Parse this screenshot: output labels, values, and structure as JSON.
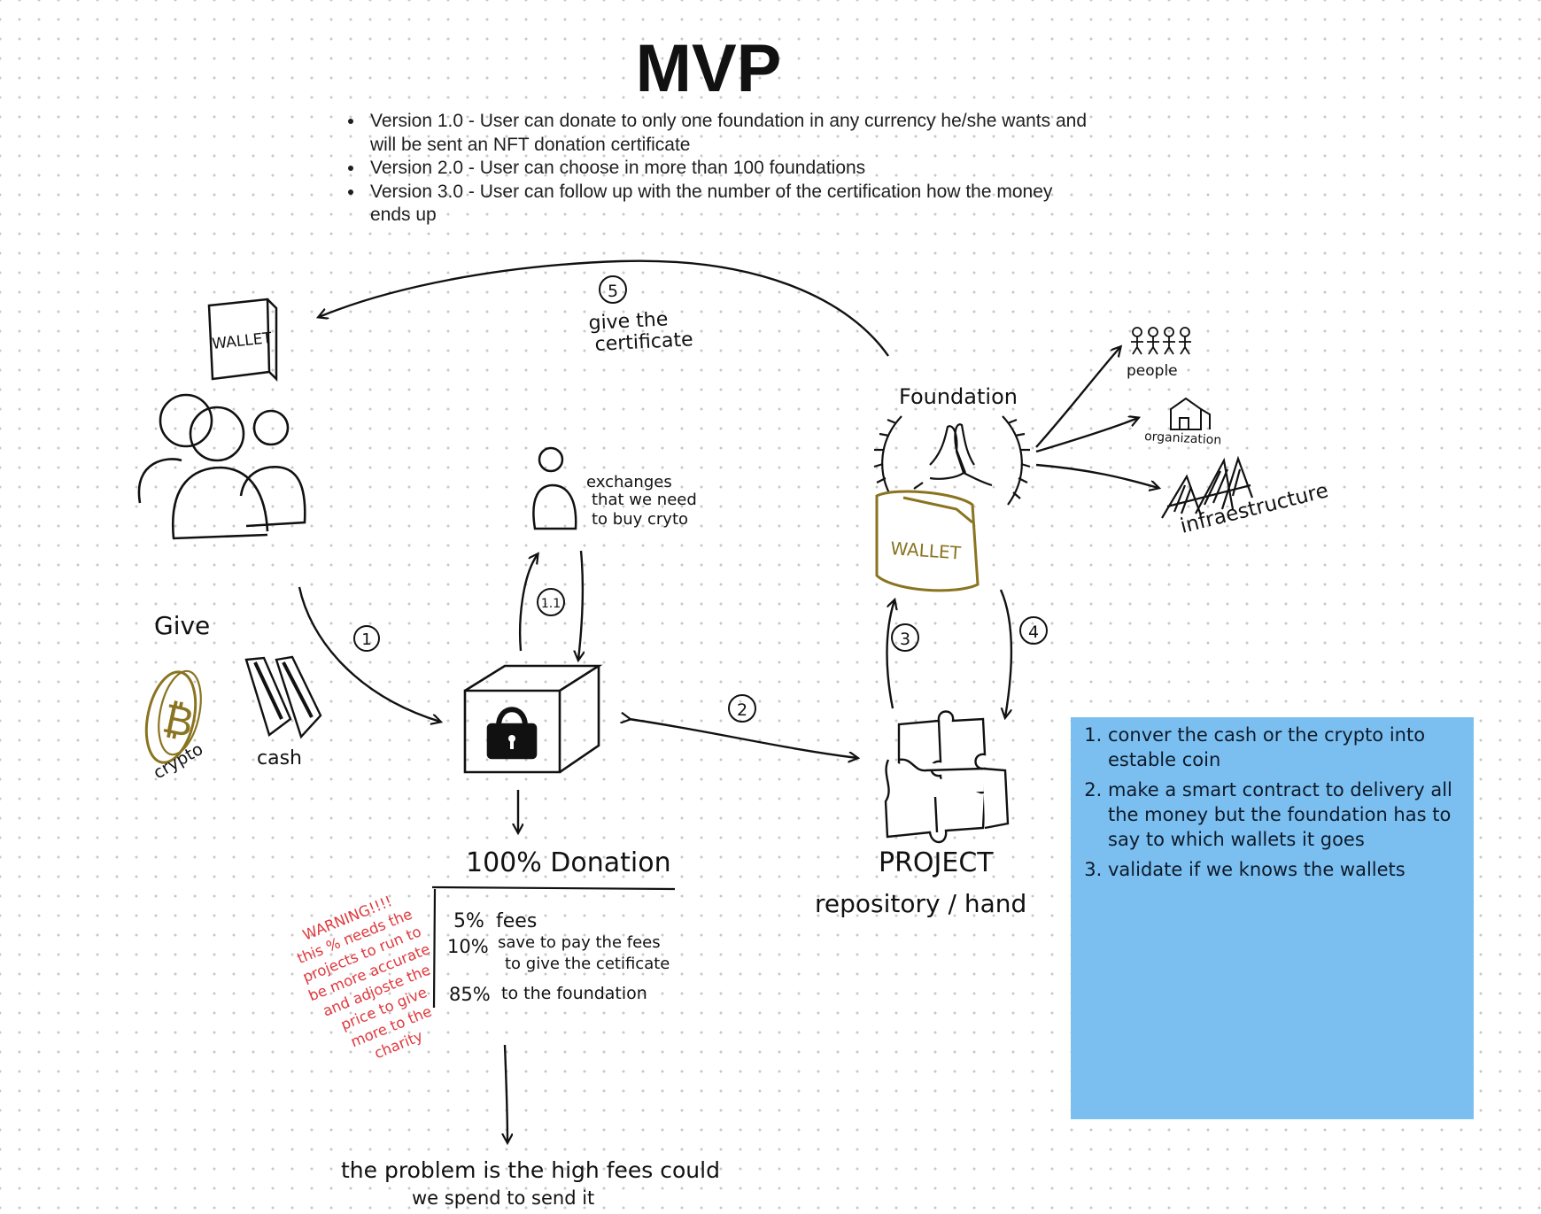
{
  "title": "MVP",
  "versions": [
    "Version 1.0 - User can donate to only one foundation in any currency he/she wants and will be sent an NFT donation certificate",
    "Version 2.0 - User can choose in more than 100 foundations",
    "Version 3.0 - User can follow up with the number of the certification how the money ends up"
  ],
  "diagram": {
    "user_wallet_label": "WALLET",
    "give_label": "Give",
    "crypto_label": "crypto",
    "cash_label": "cash",
    "step1": "1",
    "step1_1": "1.1",
    "step2": "2",
    "step3": "3",
    "step4": "4",
    "step5": "5",
    "give_certificate_line1": "give the",
    "give_certificate_line2": "certificate",
    "exchanges_line1": "exchanges",
    "exchanges_line2": "that we need",
    "exchanges_line3": "to buy cryto",
    "foundation_label": "Foundation",
    "foundation_wallet_label": "WALLET",
    "people_label": "people",
    "organization_label": "organization",
    "infrastructure_label": "infraestructure",
    "project_label": "PROJECT",
    "project_sublabel": "repository / hand",
    "donation_label": "100% Donation",
    "fees": {
      "pct1": "5%",
      "line1": "fees",
      "pct2": "10%",
      "line2a": "save to pay the fees",
      "line2b": "to give the cetificate",
      "pct3": "85%",
      "line3": "to the foundation"
    },
    "warning_lines": [
      "WARNING!!!!",
      "this % needs the",
      "projects to run to",
      "be more accurate",
      "and adjoste the",
      "price to give",
      "more to the",
      "charity"
    ],
    "problem_line1": "the problem is the  high fees could",
    "problem_line2": "we spend to  send it"
  },
  "note": {
    "items": [
      "conver the cash or the crypto into estable coin",
      "make a smart contract to delivery all the money but the foundation has to say to which wallets it goes",
      "validate if we knows the wallets"
    ]
  },
  "colors": {
    "ink": "#111111",
    "gold": "#8a7420",
    "warning_red": "#e0393e",
    "note_blue": "#7bbff0"
  }
}
